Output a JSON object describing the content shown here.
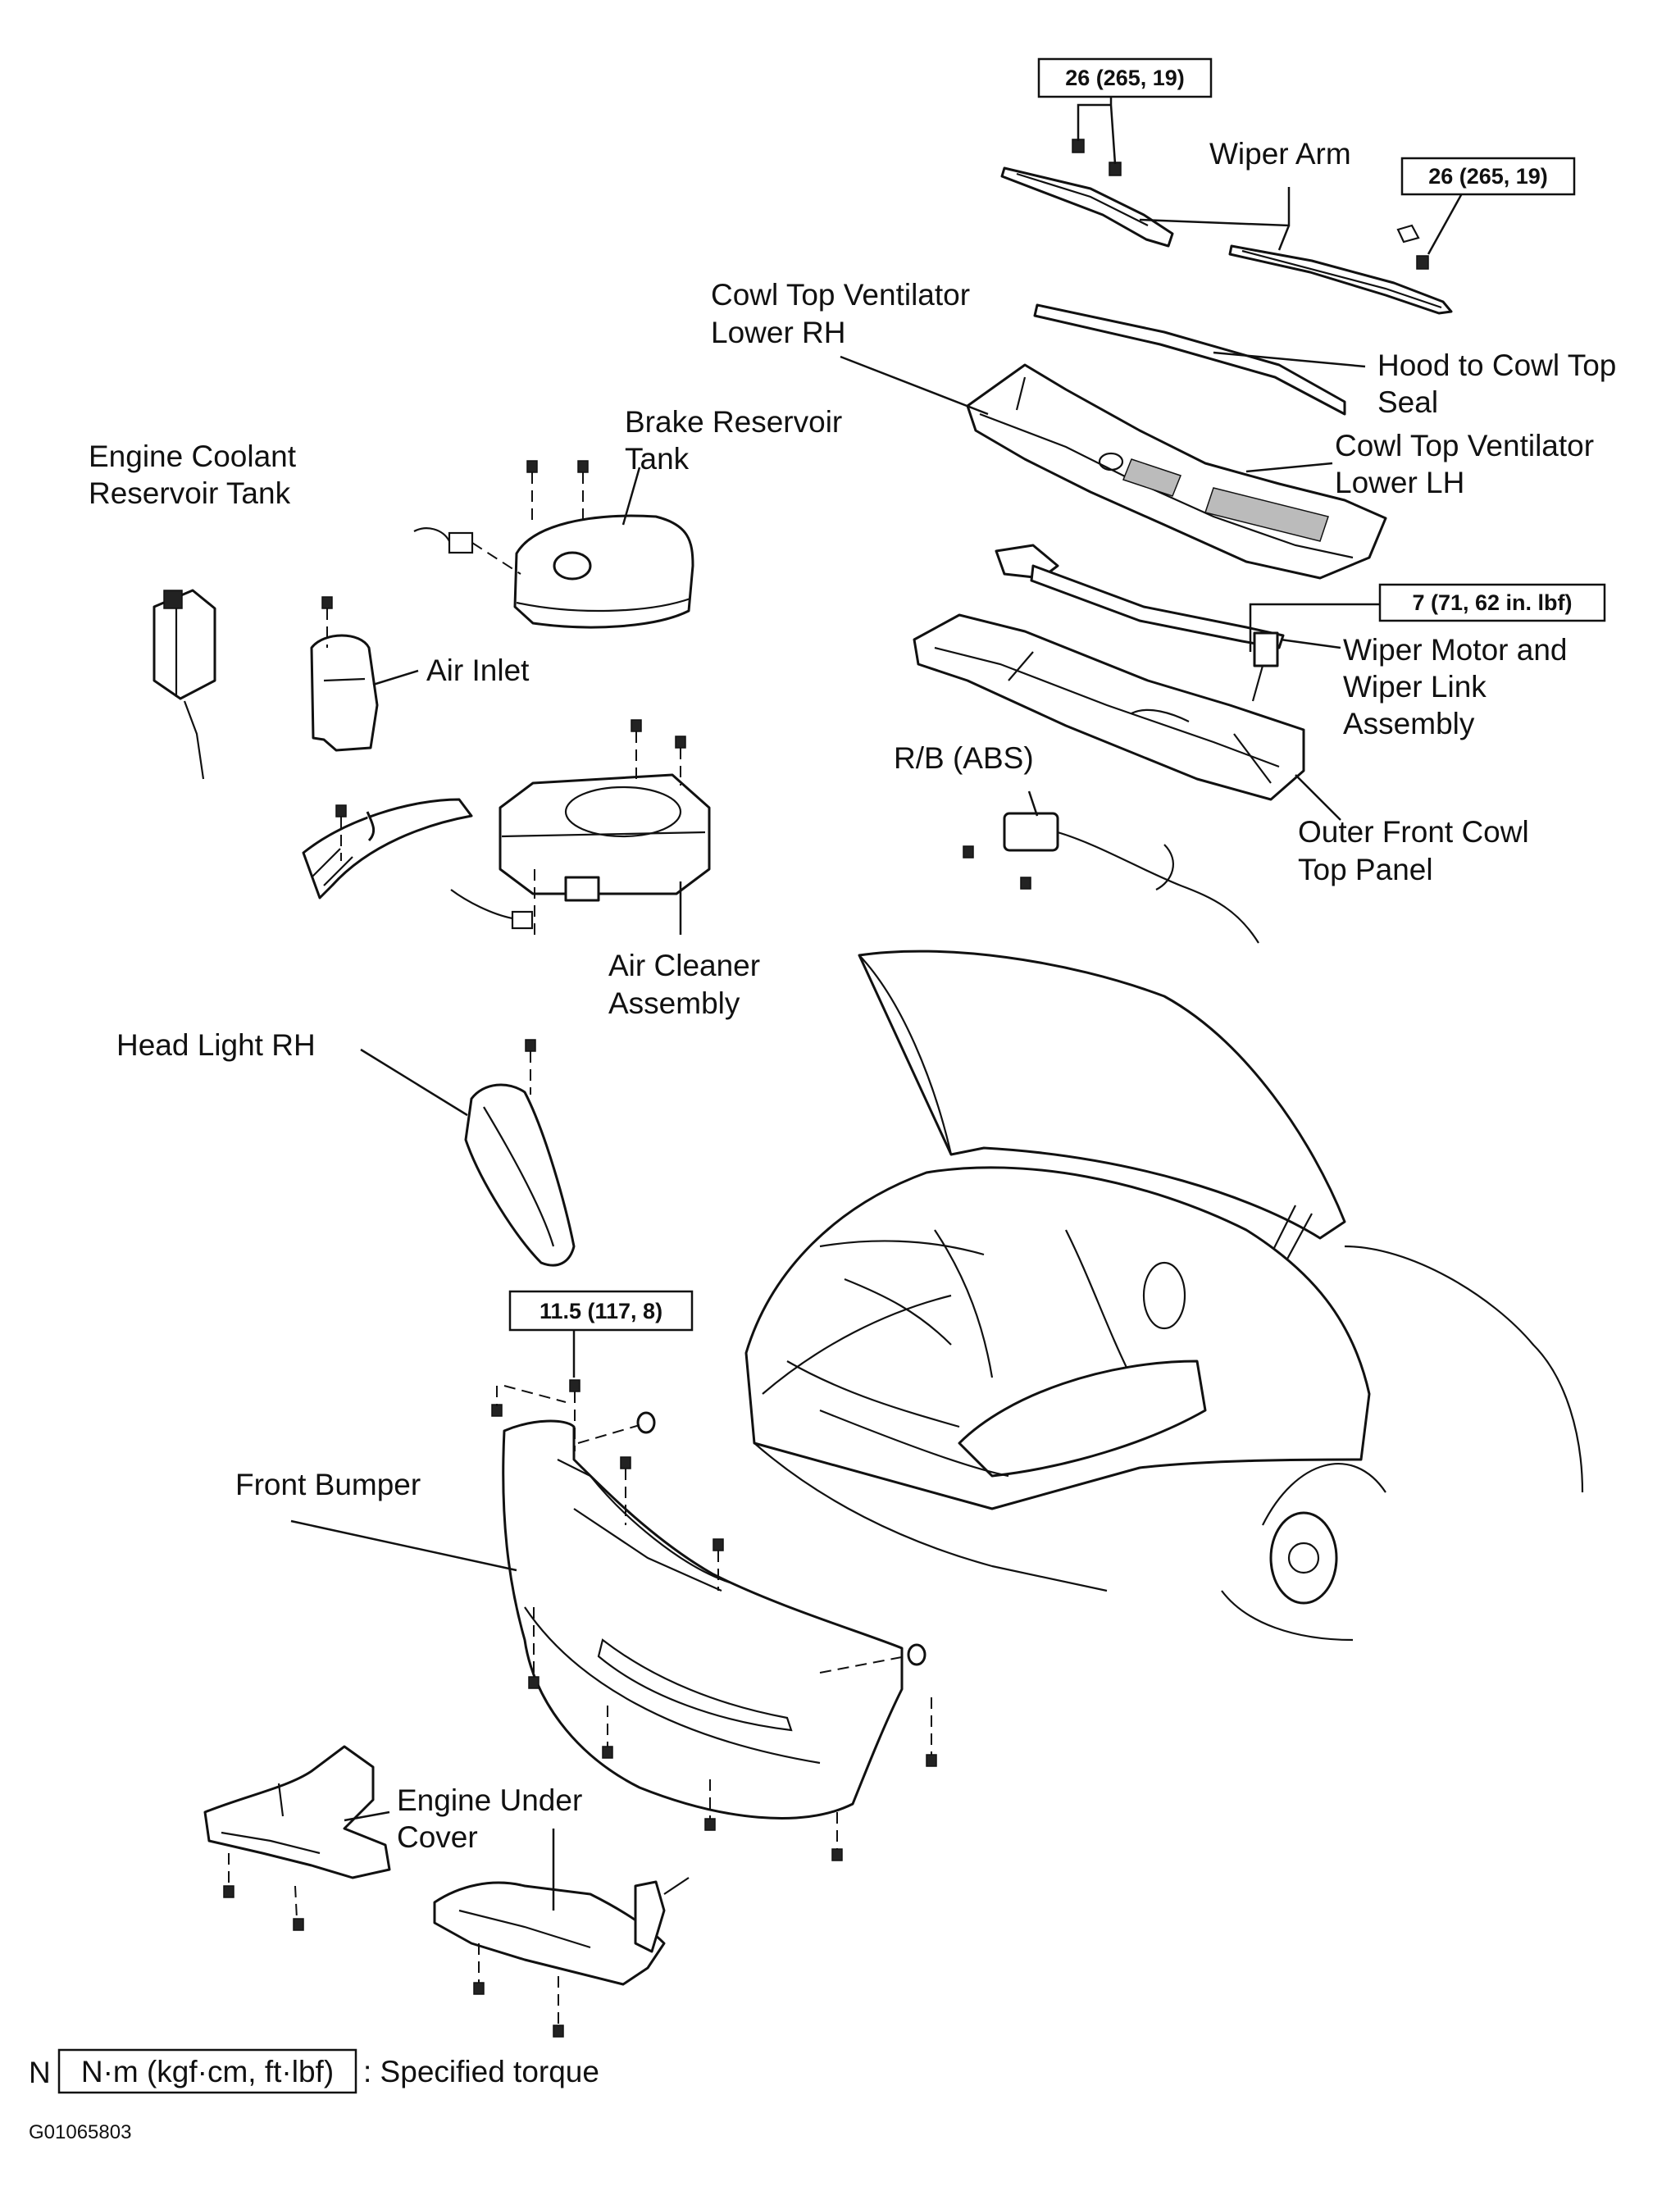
{
  "labels": {
    "wiper_arm": "Wiper Arm",
    "cowl_rh_1": "Cowl Top Ventilator",
    "cowl_rh_2": "Lower RH",
    "hood_seal_1": "Hood to Cowl Top",
    "hood_seal_2": "Seal",
    "cowl_lh_1": "Cowl Top Ventilator",
    "cowl_lh_2": "Lower LH",
    "brake_1": "Brake Reservoir",
    "brake_2": "Tank",
    "coolant_1": "Engine Coolant",
    "coolant_2": "Reservoir Tank",
    "air_inlet": "Air Inlet",
    "wiper_motor_1": "Wiper Motor and",
    "wiper_motor_2": "Wiper Link",
    "wiper_motor_3": "Assembly",
    "rb_abs": "R/B (ABS)",
    "outer_cowl_1": "Outer Front Cowl",
    "outer_cowl_2": "Top Panel",
    "air_cleaner_1": "Air Cleaner",
    "air_cleaner_2": "Assembly",
    "head_light": "Head Light RH",
    "front_bumper": "Front Bumper",
    "under_cover_1": "Engine Under",
    "under_cover_2": "Cover"
  },
  "torque": {
    "wiper_arm_left": "26 (265, 19)",
    "wiper_arm_right": "26 (265, 19)",
    "wiper_motor": "7 (71, 62 in. lbf)",
    "bumper": "11.5 (117, 8)"
  },
  "legend": {
    "marker": "N",
    "units": "N·m (kgf·cm, ft·lbf)",
    "text": ": Specified torque"
  },
  "figure_code": "G01065803"
}
